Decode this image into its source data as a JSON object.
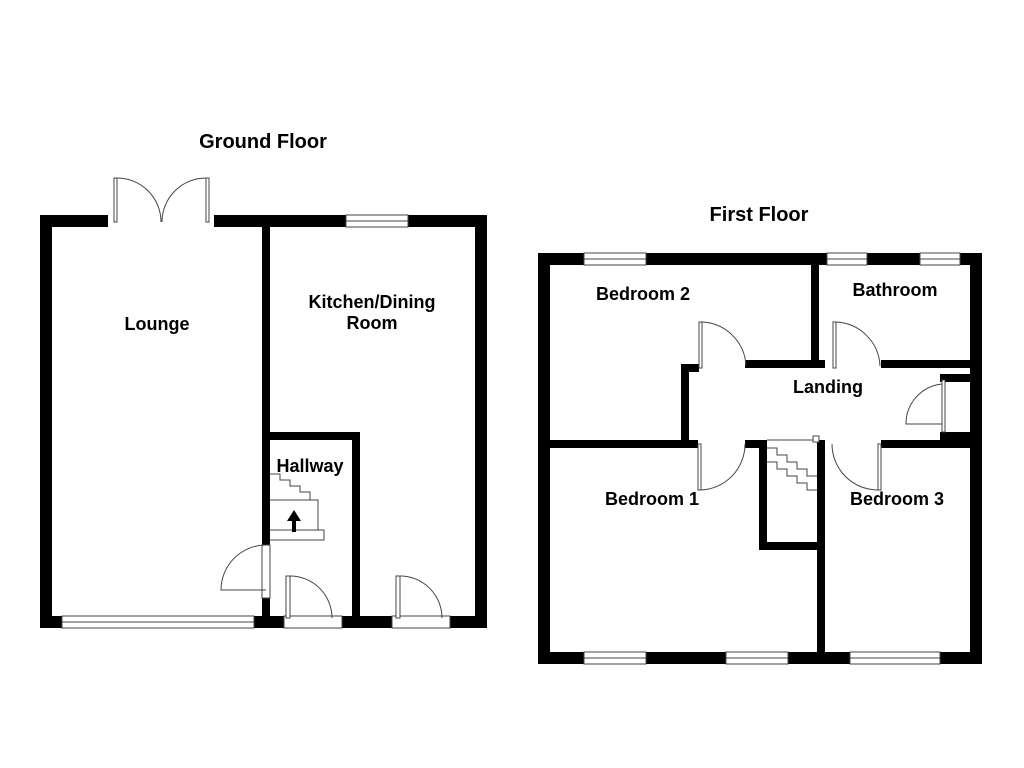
{
  "floors": {
    "ground": {
      "title": "Ground Floor",
      "rooms": {
        "lounge": "Lounge",
        "kitchen_line1": "Kitchen/Dining",
        "kitchen_line2": "Room",
        "hallway": "Hallway"
      }
    },
    "first": {
      "title": "First Floor",
      "rooms": {
        "bedroom2": "Bedroom 2",
        "bathroom": "Bathroom",
        "landing": "Landing",
        "bedroom1": "Bedroom 1",
        "bedroom3": "Bedroom 3"
      }
    }
  },
  "icons": {
    "stairs_direction": "up-arrow-icon"
  },
  "colors": {
    "wall": "#000000",
    "background": "#ffffff",
    "fixture_line": "#444444"
  }
}
